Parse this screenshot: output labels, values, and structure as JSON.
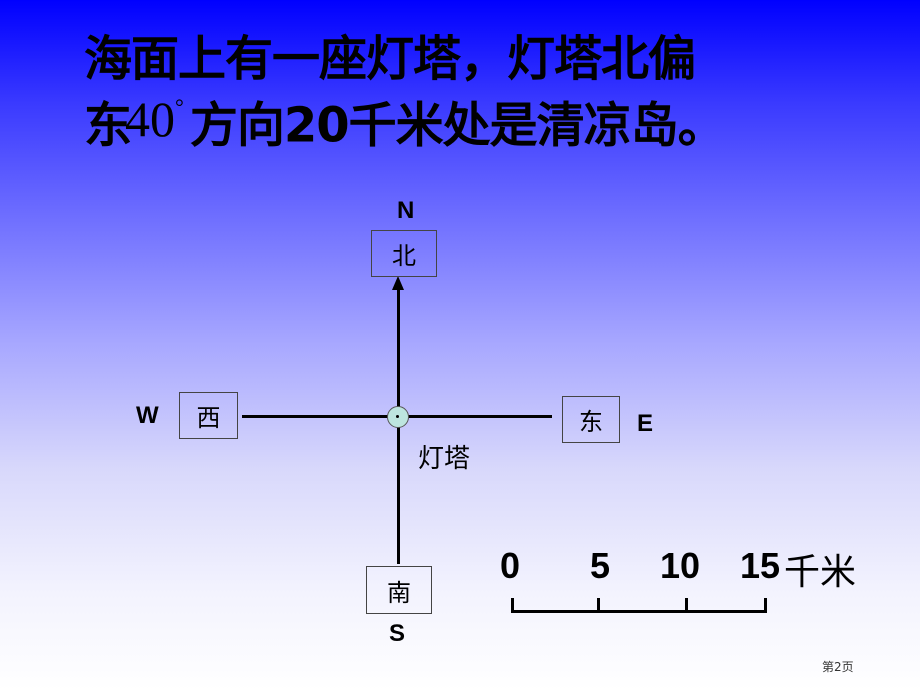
{
  "title": {
    "line1": "海面上有一座灯塔，灯塔北偏",
    "line2_prefix": "东",
    "angle": "40",
    "degree_symbol": "°",
    "line2_suffix": "方向20千米处是清凉岛。"
  },
  "compass": {
    "north": {
      "letter": "N",
      "label": "北"
    },
    "south": {
      "letter": "S",
      "label": "南"
    },
    "west": {
      "letter": "W",
      "label": "西"
    },
    "east": {
      "letter": "E",
      "label": "东"
    },
    "center_label": "灯塔",
    "center_icon": "lighthouse-dot-icon",
    "arrow_icon": "north-arrow-icon"
  },
  "scale_bar": {
    "ticks": [
      "0",
      "5",
      "10",
      "15"
    ],
    "unit": "千米"
  },
  "footer": {
    "page": "第2页"
  },
  "colors": {
    "gradient_top": "#0000ff",
    "gradient_bottom": "#ffffff",
    "lighthouse_fill": "#bde5df"
  }
}
